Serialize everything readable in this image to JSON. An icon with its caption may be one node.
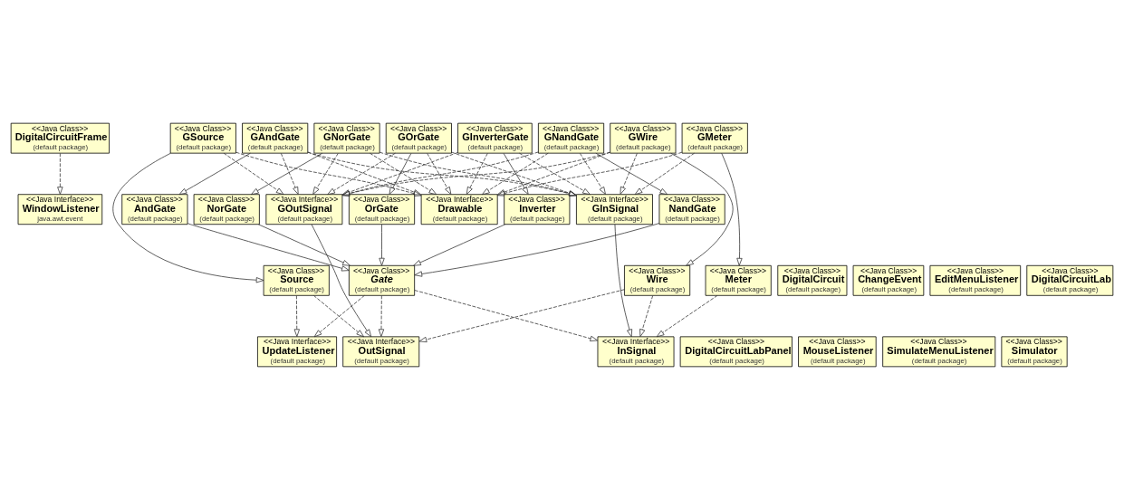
{
  "diagram": {
    "nodes": [
      {
        "text": [
          "<<Java Interface>>",
          "WindowListener",
          "java.awt.event"
        ]
      },
      {
        "text": [
          "<<Java Class>>",
          "DigitalCircuitFrame",
          "(default package)"
        ]
      },
      {
        "text": [
          "<<Java Interface>>",
          "UpdateListener",
          "(default package)"
        ]
      },
      {
        "text": [
          "<<Java Class>>",
          "Source",
          "(default package)"
        ]
      },
      {
        "text": [
          "<<Java Class>>",
          "GSource",
          "(default package)"
        ]
      },
      {
        "text": [
          "<<Java Interface>>",
          "GOutSignal",
          "(default package)"
        ]
      },
      {
        "text": [
          "<<Java Interface>>",
          "OutSignal",
          "(default package)"
        ]
      },
      {
        "text": [
          "<<Java Class>>",
          "Meter",
          "(default package)"
        ]
      },
      {
        "text": [
          "<<Java Class>>",
          "GMeter",
          "(default package)"
        ]
      },
      {
        "text": [
          "<<Java Class>>",
          "Gate",
          "(default package)"
        ]
      },
      {
        "text": [
          "<<Java Class>>",
          "AndGate",
          "(default package)"
        ]
      },
      {
        "text": [
          "<<Java Class>>",
          "GAndGate",
          "(default package)"
        ]
      },
      {
        "text": [
          "<<Java Interface>>",
          "InSignal",
          "(default package)"
        ]
      },
      {
        "text": [
          "<<Java Class>>",
          "Inverter",
          "(default package)"
        ]
      },
      {
        "text": [
          "<<Java Class>>",
          "GInverterGate",
          "(default package)"
        ]
      },
      {
        "text": [
          "<<Java Interface>>",
          "Drawable",
          "(default package)"
        ]
      },
      {
        "text": [
          "<<Java Class>>",
          "NandGate",
          "(default package)"
        ]
      },
      {
        "text": [
          "<<Java Class>>",
          "GNandGate",
          "(default package)"
        ]
      },
      {
        "text": [
          "<<Java Class>>",
          "NorGate",
          "(default package)"
        ]
      },
      {
        "text": [
          "<<Java Class>>",
          "GNorGate",
          "(default package)"
        ]
      },
      {
        "text": [
          "<<Java Interface>>",
          "GInSignal",
          "(default package)"
        ]
      },
      {
        "text": [
          "<<Java Class>>",
          "OrGate",
          "(default package)"
        ]
      },
      {
        "text": [
          "<<Java Class>>",
          "GOrGate",
          "(default package)"
        ]
      },
      {
        "text": [
          "<<Java Class>>",
          "Wire",
          "(default package)"
        ]
      },
      {
        "text": [
          "<<Java Class>>",
          "GWire",
          "(default package)"
        ]
      },
      {
        "text": [
          "<<Java Class>>",
          "DigitalCircuit",
          "(default package)"
        ]
      },
      {
        "text": [
          "<<Java Class>>",
          "ChangeEvent",
          "(default package)"
        ]
      },
      {
        "text": [
          "<<Java Class>>",
          "EditMenuListener",
          "(default package)"
        ]
      },
      {
        "text": [
          "<<Java Class>>",
          "DigitalCircuitLab",
          "(default package)"
        ]
      },
      {
        "text": [
          "<<Java Class>>",
          "DigitalCircuitLabPanel",
          "(default package)"
        ]
      },
      {
        "text": [
          "<<Java Class>>",
          "MouseListener",
          "(default package)"
        ]
      },
      {
        "text": [
          "<<Java Class>>",
          "SimulateMenuListener",
          "(default package)"
        ]
      },
      {
        "text": [
          "<<Java Class>>",
          "Simulator",
          "(default package)"
        ]
      }
    ],
    "edges": [
      {
        "from": 1,
        "to": 0,
        "arrow": "to",
        "style": "dashed"
      },
      {
        "from": 3,
        "to": 2,
        "arrow": "to",
        "style": "dashed"
      },
      {
        "from": 3,
        "to": 6,
        "arrow": "to",
        "style": "dashed"
      },
      {
        "from": 4,
        "to": 3,
        "arrow": "to"
      },
      {
        "from": 4,
        "to": 5,
        "arrow": "to",
        "style": "dashed"
      },
      {
        "from": 4,
        "to": 15,
        "arrow": "to",
        "style": "dashed"
      },
      {
        "from": 5,
        "to": 6,
        "arrow": "to"
      },
      {
        "from": 7,
        "to": 12,
        "arrow": "to",
        "style": "dashed"
      },
      {
        "from": 8,
        "to": 7,
        "arrow": "to"
      },
      {
        "from": 8,
        "to": 15,
        "arrow": "to",
        "style": "dashed"
      },
      {
        "from": 8,
        "to": 20,
        "arrow": "to",
        "style": "dashed"
      },
      {
        "from": 9,
        "to": 2,
        "arrow": "to",
        "style": "dashed"
      },
      {
        "from": 9,
        "to": 6,
        "arrow": "to",
        "style": "dashed"
      },
      {
        "from": 9,
        "to": 12,
        "arrow": "to",
        "style": "dashed"
      },
      {
        "from": 10,
        "to": 9,
        "arrow": "to"
      },
      {
        "from": 11,
        "to": 10,
        "arrow": "to"
      },
      {
        "from": 11,
        "to": 5,
        "arrow": "to",
        "style": "dashed"
      },
      {
        "from": 11,
        "to": 15,
        "arrow": "to",
        "style": "dashed"
      },
      {
        "from": 11,
        "to": 20,
        "arrow": "to",
        "style": "dashed"
      },
      {
        "from": 13,
        "to": 9,
        "arrow": "to"
      },
      {
        "from": 14,
        "to": 13,
        "arrow": "to"
      },
      {
        "from": 14,
        "to": 5,
        "arrow": "to",
        "style": "dashed"
      },
      {
        "from": 14,
        "to": 15,
        "arrow": "to",
        "style": "dashed"
      },
      {
        "from": 14,
        "to": 20,
        "arrow": "to",
        "style": "dashed"
      },
      {
        "from": 16,
        "to": 9,
        "arrow": "to"
      },
      {
        "from": 17,
        "to": 16,
        "arrow": "to"
      },
      {
        "from": 17,
        "to": 5,
        "arrow": "to",
        "style": "dashed"
      },
      {
        "from": 17,
        "to": 15,
        "arrow": "to",
        "style": "dashed"
      },
      {
        "from": 17,
        "to": 20,
        "arrow": "to",
        "style": "dashed"
      },
      {
        "from": 18,
        "to": 9,
        "arrow": "to"
      },
      {
        "from": 19,
        "to": 18,
        "arrow": "to"
      },
      {
        "from": 19,
        "to": 5,
        "arrow": "to",
        "style": "dashed"
      },
      {
        "from": 19,
        "to": 15,
        "arrow": "to",
        "style": "dashed"
      },
      {
        "from": 19,
        "to": 20,
        "arrow": "to",
        "style": "dashed"
      },
      {
        "from": 20,
        "to": 12,
        "arrow": "to"
      },
      {
        "from": 21,
        "to": 9,
        "arrow": "to"
      },
      {
        "from": 22,
        "to": 21,
        "arrow": "to"
      },
      {
        "from": 22,
        "to": 5,
        "arrow": "to",
        "style": "dashed"
      },
      {
        "from": 22,
        "to": 15,
        "arrow": "to",
        "style": "dashed"
      },
      {
        "from": 22,
        "to": 20,
        "arrow": "to",
        "style": "dashed"
      },
      {
        "from": 23,
        "to": 6,
        "arrow": "to",
        "style": "dashed"
      },
      {
        "from": 23,
        "to": 12,
        "arrow": "to",
        "style": "dashed"
      },
      {
        "from": 24,
        "to": 23,
        "arrow": "to"
      },
      {
        "from": 24,
        "to": 5,
        "arrow": "to",
        "style": "dashed"
      },
      {
        "from": 24,
        "to": 15,
        "arrow": "to",
        "style": "dashed"
      },
      {
        "from": 24,
        "to": 20,
        "arrow": "to",
        "style": "dashed"
      }
    ]
  }
}
